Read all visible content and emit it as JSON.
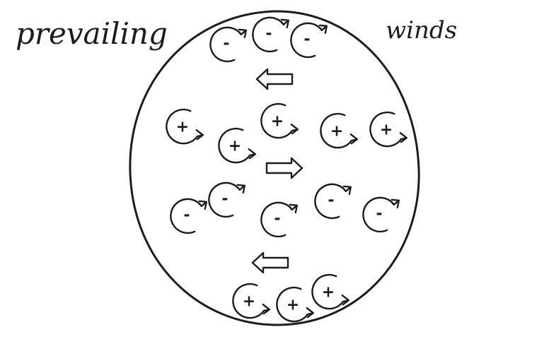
{
  "title": {
    "left": "prevailing",
    "right": "winds"
  },
  "colors": {
    "ink": "#1c1c1c",
    "background": "#ffffff"
  },
  "bands": [
    {
      "id": "band-top",
      "eddies": [
        {
          "sign": "-",
          "spin": "clockwise"
        },
        {
          "sign": "-",
          "spin": "clockwise"
        },
        {
          "sign": "-",
          "spin": "clockwise"
        }
      ],
      "wind_after": "west"
    },
    {
      "id": "band-upper",
      "eddies": [
        {
          "sign": "+",
          "spin": "counterclockwise"
        },
        {
          "sign": "+",
          "spin": "counterclockwise"
        },
        {
          "sign": "+",
          "spin": "counterclockwise"
        },
        {
          "sign": "+",
          "spin": "counterclockwise"
        },
        {
          "sign": "+",
          "spin": "counterclockwise"
        }
      ],
      "wind_after": "east"
    },
    {
      "id": "band-lower",
      "eddies": [
        {
          "sign": "-",
          "spin": "clockwise"
        },
        {
          "sign": "-",
          "spin": "clockwise"
        },
        {
          "sign": "-",
          "spin": "clockwise"
        },
        {
          "sign": "-",
          "spin": "clockwise"
        },
        {
          "sign": "-",
          "spin": "clockwise"
        }
      ],
      "wind_after": "west"
    },
    {
      "id": "band-bottom",
      "eddies": [
        {
          "sign": "+",
          "spin": "counterclockwise"
        },
        {
          "sign": "+",
          "spin": "counterclockwise"
        },
        {
          "sign": "+",
          "spin": "counterclockwise"
        }
      ],
      "wind_after": null
    }
  ]
}
